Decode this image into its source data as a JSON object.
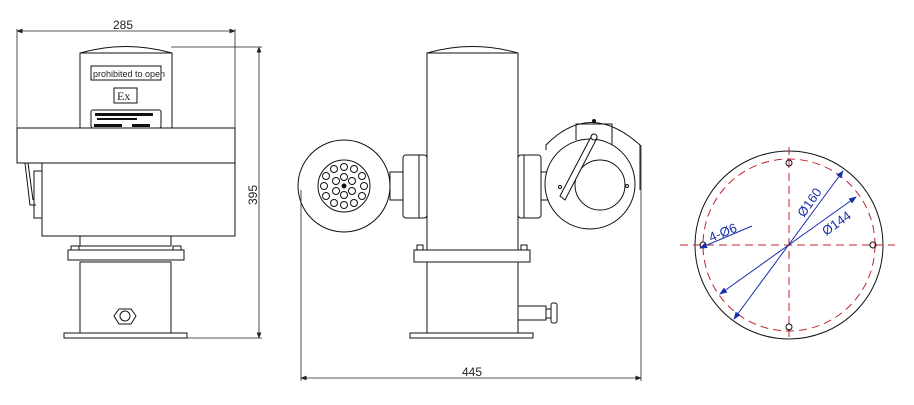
{
  "drawing": {
    "side_view": {
      "width_dim": "285",
      "height_dim": "395",
      "warning_label": "prohibited to open",
      "ex_mark": "Ex"
    },
    "front_view": {
      "width_dim": "445"
    },
    "base_view": {
      "outer_diameter": "Ø160",
      "bolt_circle": "Ø144",
      "holes": "4-Ø6"
    },
    "colors": {
      "outline": "#111111",
      "centerline": "#c0272d",
      "dimension": "#1a2fa8"
    }
  }
}
